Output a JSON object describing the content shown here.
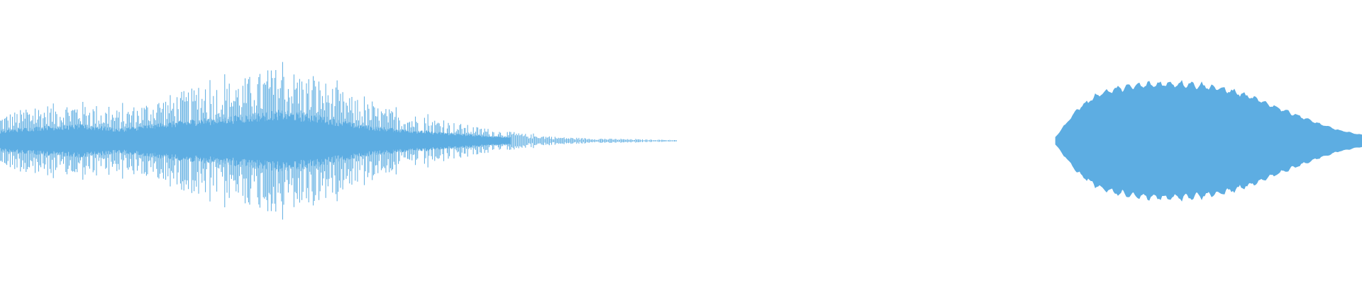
{
  "colors": {
    "background": "#ffffff",
    "waveform": "#5dade2"
  },
  "waveform_data": {
    "type": "audio-waveform",
    "segments": [
      {
        "name": "first-sound",
        "envelope": [
          0.34,
          0.46,
          0.52,
          0.4,
          0.56,
          0.7,
          0.8,
          0.96,
          0.82,
          0.52,
          0.38,
          0.28,
          0.18,
          0.1,
          0.05,
          0.03,
          0.02,
          0.01
        ],
        "style": "sparse-spiky"
      },
      {
        "name": "second-sound",
        "envelope": [
          0.05,
          0.44,
          0.66,
          0.74,
          0.78,
          0.8,
          0.8,
          0.76,
          0.7,
          0.6,
          0.48,
          0.36,
          0.24,
          0.14,
          0.08
        ],
        "style": "dense-filled"
      }
    ]
  }
}
